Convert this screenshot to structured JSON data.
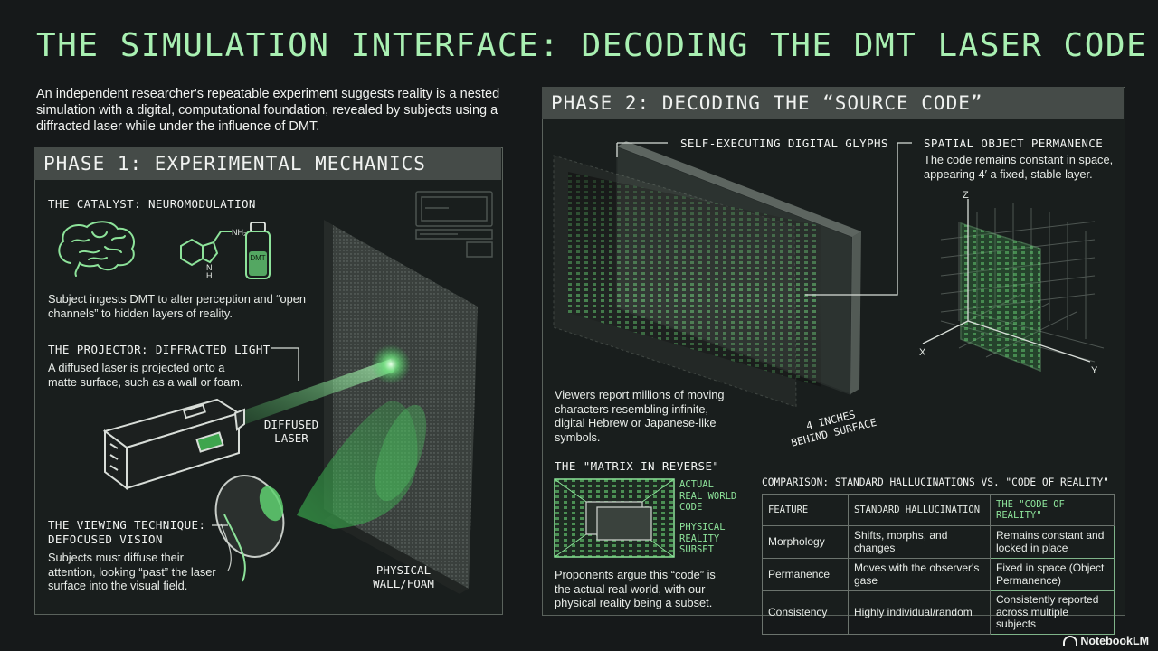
{
  "title": "THE SIMULATION INTERFACE: DECODING THE DMT LASER CODE",
  "intro": "An independent researcher's repeatable experiment suggests reality is a nested simulation with a digital, computational foundation, revealed by subjects using a diffracted laser while under the influence of DMT.",
  "phase1": {
    "heading": "PHASE 1: EXPERIMENTAL MECHANICS",
    "catalyst": {
      "label": "THE CATALYST: NEUROMODULATION",
      "text": "Subject ingests DMT to alter perception and “open channels” to hidden layers of reality.",
      "vial_label": "DMT",
      "molecule_label": "NH₂",
      "molecule_n": "N",
      "molecule_h": "H"
    },
    "projector": {
      "label": "THE PROJECTOR: DIFFRACTED LIGHT",
      "text": "A diffused laser is projected onto a matte surface, such as a wall or foam."
    },
    "diffused_laser": "DIFFUSED LASER",
    "viewing": {
      "label_line1": "THE VIEWING TECHNIQUE:",
      "label_line2": "DEFOCUSED VISION",
      "text": "Subjects must diffuse their attention, looking “past” the laser surface into the visual field."
    },
    "wall_label": "PHYSICAL WALL/FOAM"
  },
  "phase2": {
    "heading": "PHASE 2: DECODING THE “SOURCE CODE”",
    "glyphs_label": "SELF-EXECUTING DIGITAL GLYPHS",
    "permanence": {
      "label": "SPATIAL OBJECT PERMANENCE",
      "text": "The code remains constant in space, appearing 4′ a fixed, stable layer."
    },
    "axes": {
      "z": "Z",
      "x": "X",
      "y": "Y"
    },
    "viewers_text": "Viewers report millions of moving characters resembling infinite, digital Hebrew or Japanese-like symbols.",
    "distance_label": "4 INCHES BEHIND SURFACE",
    "matrix": {
      "label": "THE \"MATRIX IN REVERSE\"",
      "actual": "ACTUAL REAL WORLD CODE",
      "physical": "PHYSICAL REALITY SUBSET",
      "text": "Proponents argue this “code” is the actual real world, with our physical reality being a subset."
    },
    "comparison": {
      "label": "COMPARISON: STANDARD HALLUCINATIONS VS. \"CODE OF REALITY\"",
      "headers": [
        "FEATURE",
        "STANDARD HALLUCINATION",
        "THE \"CODE OF REALITY\""
      ],
      "rows": [
        [
          "Morphology",
          "Shifts, morphs, and changes",
          "Remains constant and locked in place"
        ],
        [
          "Permanence",
          "Moves with the observer's gase",
          "Fixed in space (Object Permanence)"
        ],
        [
          "Consistency",
          "Highly individual/random",
          "Consistently reported across multiple subjects"
        ]
      ]
    }
  },
  "brand": "NotebookLM",
  "colors": {
    "accent": "#8de39a",
    "background": "#16191a",
    "panel_header": "#454b48"
  },
  "icons": [
    "brain-icon",
    "molecule-icon",
    "vial-icon",
    "laser-device-icon",
    "eye-icon",
    "computer-icon",
    "notebooklm-logo-icon"
  ]
}
